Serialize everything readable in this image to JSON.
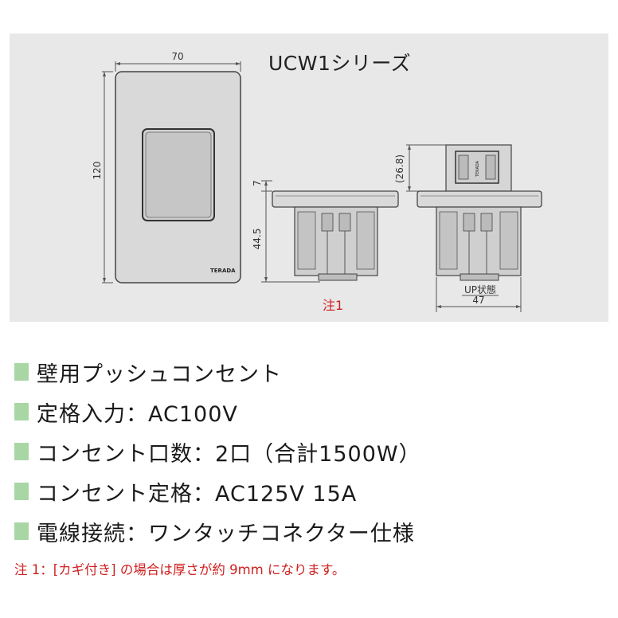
{
  "diagram": {
    "series_title": "UCW1シリーズ",
    "dims": {
      "width": "70",
      "height": "120",
      "depth_top": "7",
      "depth_body": "44.5",
      "protrusion": "(26.8)",
      "bottom_width": "47"
    },
    "plate_logo": "TERADA",
    "socket_logo": "TERADA",
    "up_label": "UP状態",
    "note_mark": "注1"
  },
  "features": [
    {
      "text": "壁用プッシュコンセント"
    },
    {
      "text": "定格入力：AC100V"
    },
    {
      "text": "コンセント口数：2口（合計1500W）"
    },
    {
      "text": "コンセント定格：AC125V 15A"
    },
    {
      "text": "電線接続：ワンタッチコネクター仕様"
    }
  ],
  "footnote": "注 1：[カギ付き] の場合は厚さが約 9mm になります。",
  "colors": {
    "panel_bg": "#e8e8e8",
    "bullet": "#a9d6a5",
    "note_red": "#d02020"
  }
}
